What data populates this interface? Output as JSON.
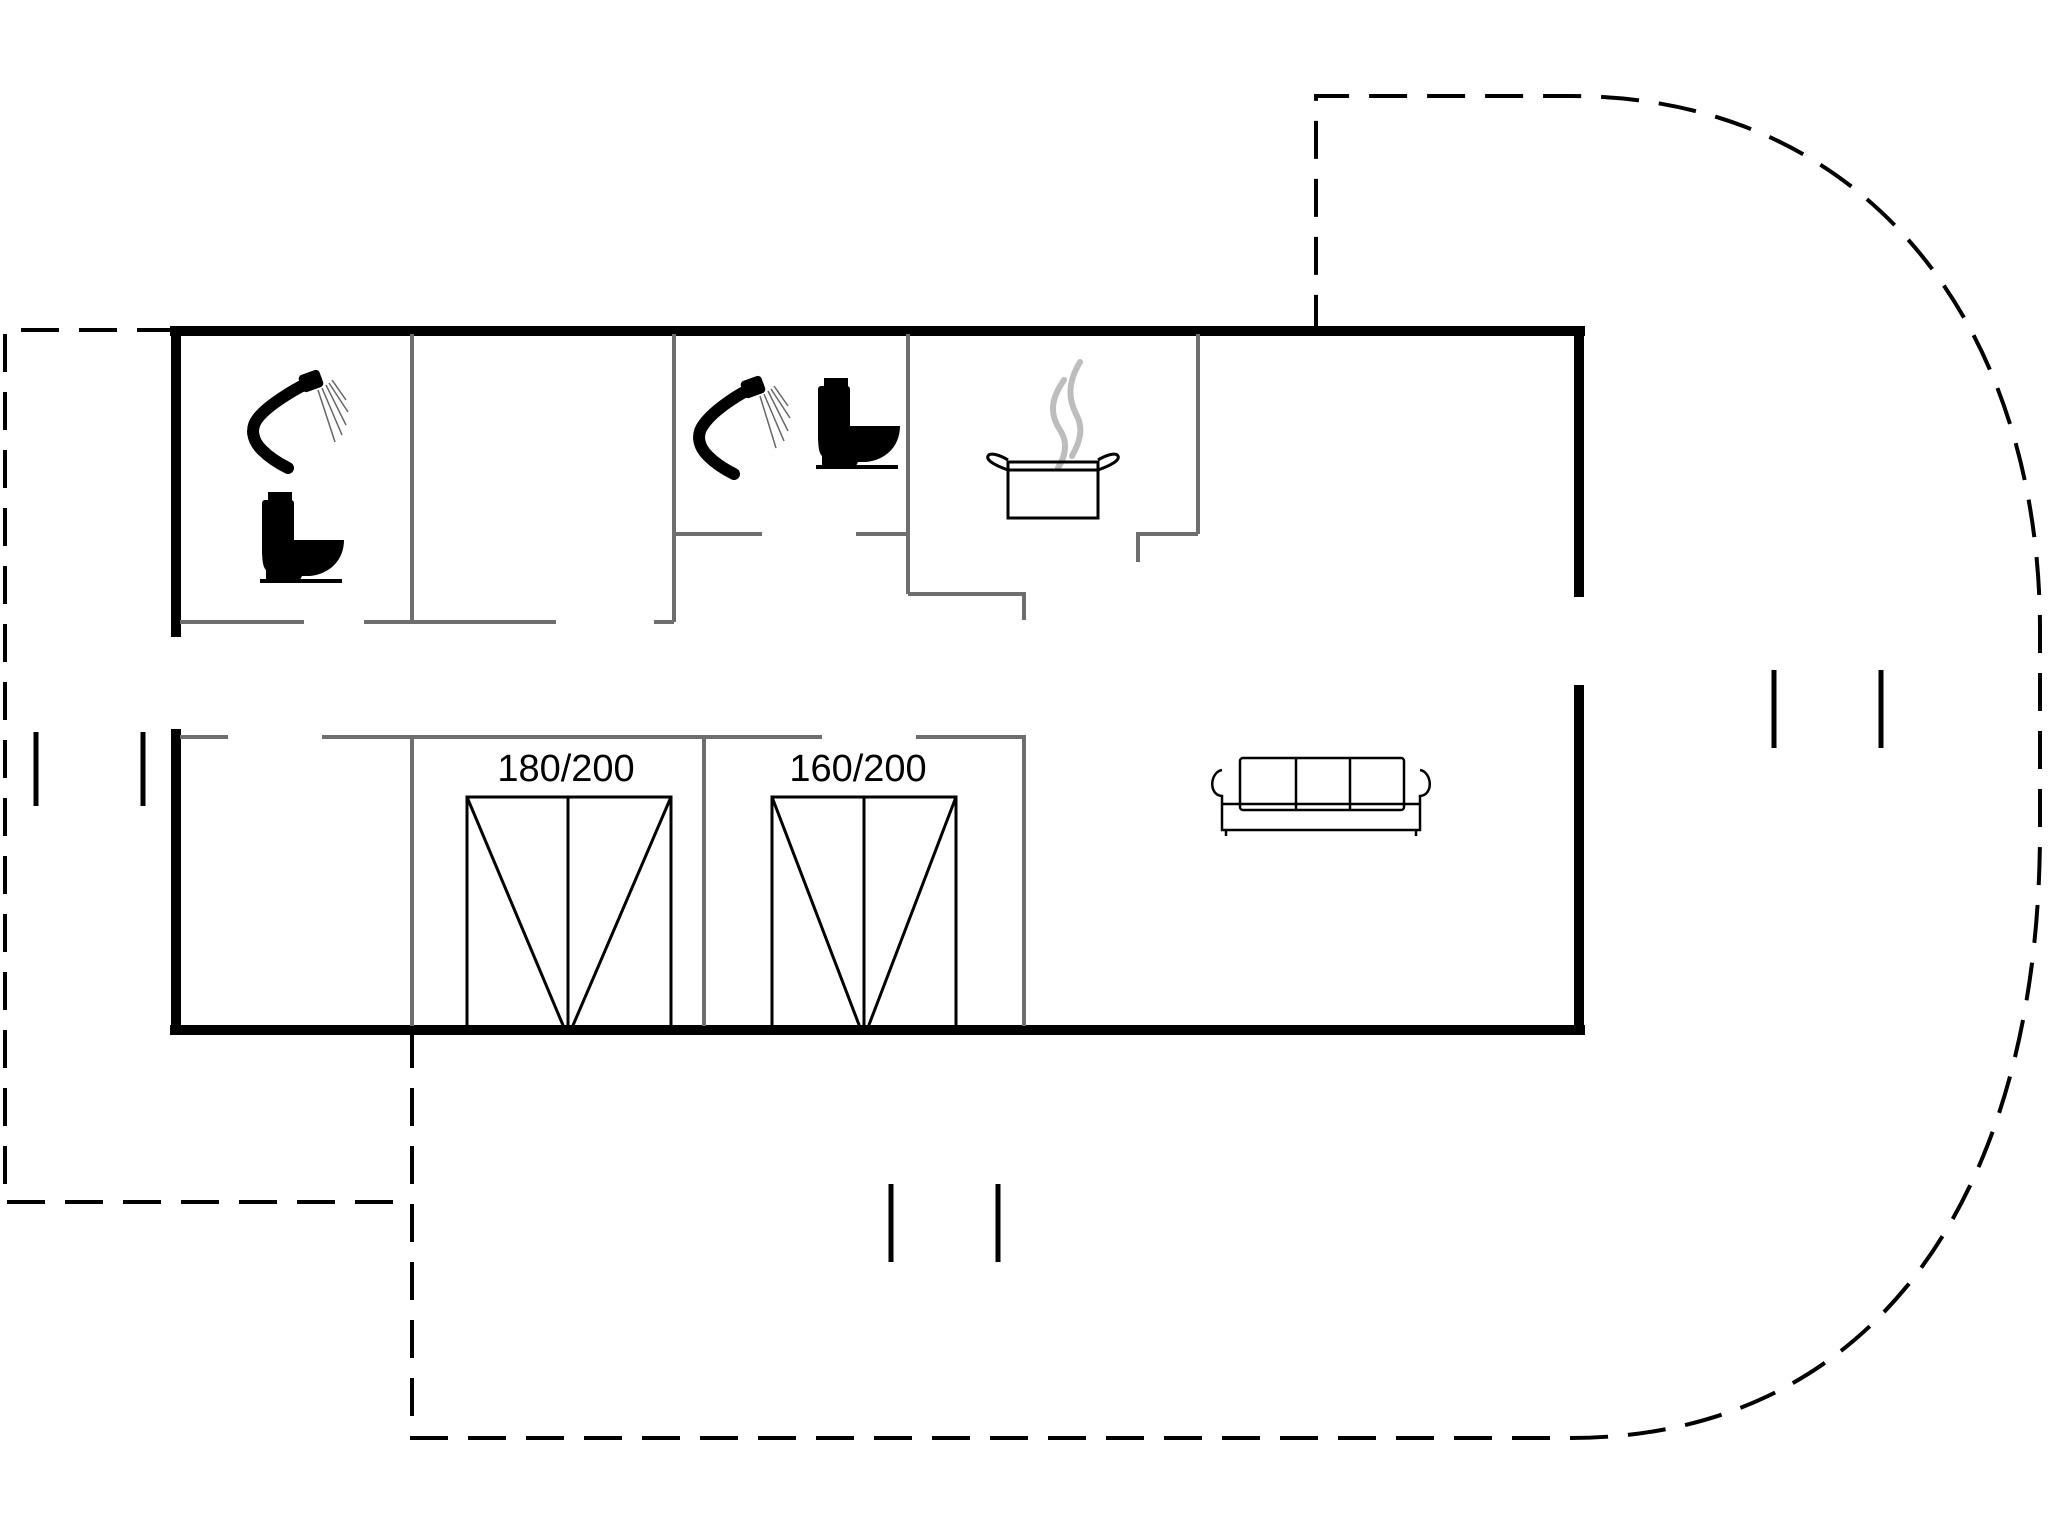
{
  "floor_plan": {
    "beds": [
      {
        "id": "bed-1",
        "size_label": "180/200"
      },
      {
        "id": "bed-2",
        "size_label": "160/200"
      }
    ],
    "fixtures": [
      "shower-icon",
      "toilet-icon",
      "shower-icon",
      "toilet-icon",
      "kitchen-pot-icon",
      "sofa-icon"
    ],
    "colors": {
      "wall": "#000000",
      "partition": "#6e6e6e",
      "terrace_outline": "#000000",
      "steam": "#bdbdbd",
      "background": "#ffffff"
    }
  }
}
